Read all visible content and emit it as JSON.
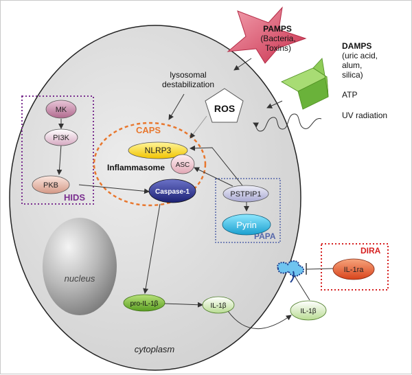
{
  "diagram": {
    "pamps": {
      "title": "PAMPS",
      "line1": "(Bacteria,",
      "line2": "Toxins)"
    },
    "damps": {
      "title": "DAMPS",
      "line1": "(uric acid,",
      "line2": "alum,",
      "line3": "silica)"
    },
    "atp": "ATP",
    "uv": "UV radiation",
    "lysosomal": {
      "line1": "lysosomal",
      "line2": "destabilization"
    },
    "ros": "ROS",
    "caps": "CAPS",
    "nlrp3": "NLRP3",
    "inflammasome": "Inflammasome",
    "asc": "ASC",
    "caspase1": "Caspase-1",
    "mk": "MK",
    "pi3k": "PI3K",
    "pkb": "PKB",
    "hids": "HIDS",
    "pstpip1": "PSTPIP1",
    "pyrin": "Pyrin",
    "papa": "PAPA",
    "nucleus": "nucleus",
    "pro_il1b": "pro-IL-1β",
    "il1b_inside": "IL-1β",
    "il1b_outside": "IL-1β",
    "il1ra": "IL-1ra",
    "dira": "DIRA",
    "cytoplasm": "cytoplasm"
  },
  "colors": {
    "caps": "#e8772e",
    "hids": "#7a2f8f",
    "papa": "#5566aa",
    "dira": "#d62020",
    "pamps_star": "#d9475e",
    "damps_shape": "#7bc24a"
  }
}
